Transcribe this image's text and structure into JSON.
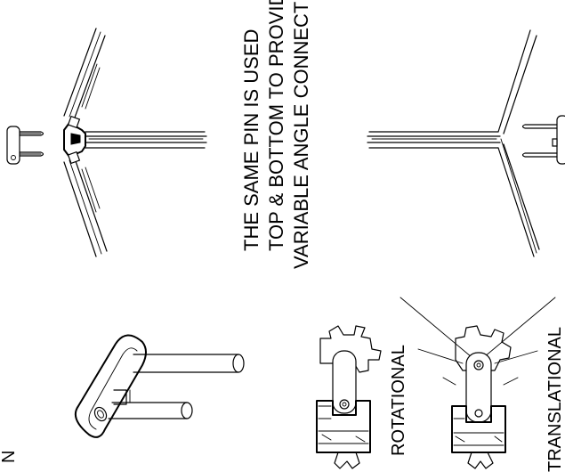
{
  "annotation": {
    "line1": "THE SAME PIN IS USED",
    "line2": "TOP & BOTTOM TO PROVIDE",
    "line3": "VARIABLE ANGLE CONNECTIONS"
  },
  "labels": {
    "rotational": "ROTATIONAL",
    "translational": "TRANSLATIONAL",
    "edge_fragment": "N"
  }
}
